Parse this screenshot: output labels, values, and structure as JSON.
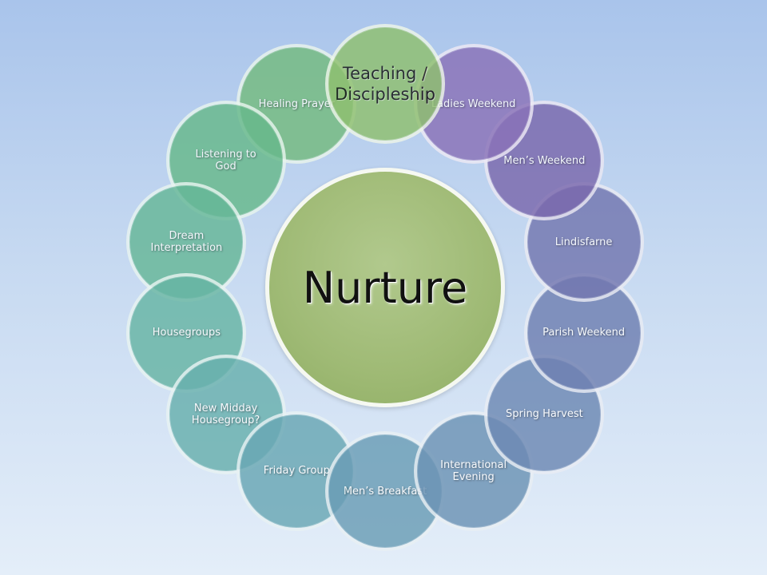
{
  "diagram": {
    "center": {
      "label": "Nurture",
      "color": "#9fba75"
    },
    "nodes": [
      {
        "label": "Teaching / Discipleship",
        "color": "#8fc06f"
      },
      {
        "label": "Ladies Weekend",
        "color": "#8a72b8"
      },
      {
        "label": "Men’s Weekend",
        "color": "#7a68ad"
      },
      {
        "label": "Lindisfarne",
        "color": "#7377b0"
      },
      {
        "label": "Parish Weekend",
        "color": "#6f80b2"
      },
      {
        "label": "Spring Harvest",
        "color": "#6d89b4"
      },
      {
        "label": "International Evening",
        "color": "#6c93b5"
      },
      {
        "label": "Men’s Breakfast",
        "color": "#6a9db6"
      },
      {
        "label": "Friday Group",
        "color": "#69a7b4"
      },
      {
        "label": "New Midday Housegroup?",
        "color": "#68b0ae"
      },
      {
        "label": "Housegroups",
        "color": "#67b5a4"
      },
      {
        "label": "Dream Interpretation",
        "color": "#66b798"
      },
      {
        "label": "Listening to God",
        "color": "#67b98b"
      },
      {
        "label": "Healing Prayer",
        "color": "#74bb7f"
      }
    ]
  }
}
